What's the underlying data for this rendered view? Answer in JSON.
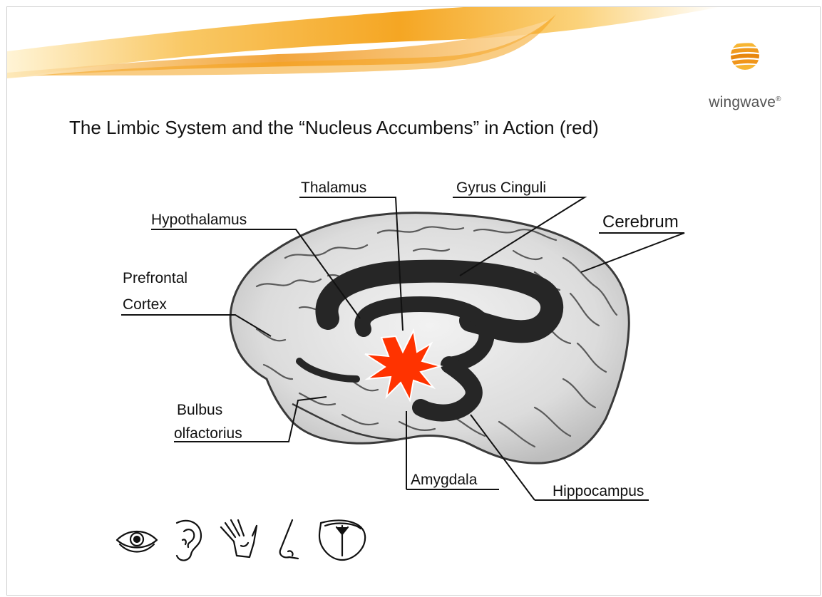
{
  "slide": {
    "title": "The Limbic System and the “Nucleus Accumbens” in Action (red)"
  },
  "logo": {
    "wordmark": "wingwave",
    "registered_mark": "®",
    "icon": "striped-sphere-logo-icon"
  },
  "diagram": {
    "labels": {
      "thalamus": "Thalamus",
      "gyrus_cinguli": "Gyrus Cinguli",
      "hypothalamus": "Hypothalamus",
      "cerebrum": "Cerebrum",
      "prefrontal_line1": "Prefrontal",
      "prefrontal_line2": "Cortex",
      "bulbus_line1": "Bulbus",
      "bulbus_line2": "olfactorius",
      "amygdala": "Amygdala",
      "hippocampus": "Hippocampus"
    },
    "highlight_color": "#ff3300",
    "limbic_color": "#262626"
  },
  "senses": [
    "eye-icon",
    "ear-icon",
    "hand-icon",
    "nose-icon",
    "tongue-icon"
  ],
  "colors": {
    "swoosh_light": "#fde9b0",
    "swoosh_mid": "#f7b532",
    "swoosh_dark": "#e8870e"
  }
}
